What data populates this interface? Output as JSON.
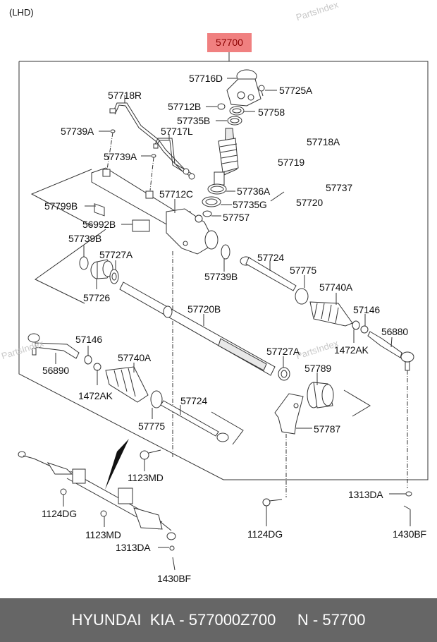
{
  "diagram": {
    "variant_label": "(LHD)",
    "watermark": "PartsIndex",
    "main_part": "57700",
    "labels": {
      "p57716D": "57716D",
      "p57725A": "57725A",
      "p57718R": "57718R",
      "p57712B": "57712B",
      "p57758": "57758",
      "p57735B": "57735B",
      "p57739A_1": "57739A",
      "p57717L": "57717L",
      "p57739A_2": "57739A",
      "p57718A": "57718A",
      "p57719": "57719",
      "p57737": "57737",
      "p57736A": "57736A",
      "p57720": "57720",
      "p57799B": "57799B",
      "p57712C": "57712C",
      "p57735G": "57735G",
      "p57757": "57757",
      "p56992B": "56992B",
      "p57739B_1": "57739B",
      "p57727A_1": "57727A",
      "p57739B_2": "57739B",
      "p57724_1": "57724",
      "p57775_1": "57775",
      "p57726": "57726",
      "p57740A_1": "57740A",
      "p57720B": "57720B",
      "p57146_1": "57146",
      "p56880": "56880",
      "p1472AK_1": "1472AK",
      "p57146_2": "57146",
      "p57727A_2": "57727A",
      "p56890": "56890",
      "p57740A_2": "57740A",
      "p57789": "57789",
      "p1472AK_2": "1472AK",
      "p57724_2": "57724",
      "p57775_2": "57775",
      "p57787": "57787",
      "p1123MD_1": "1123MD",
      "p1313DA_1": "1313DA",
      "p1124DG_1": "1124DG",
      "p1123MD_2": "1123MD",
      "p1430BF_1": "1430BF",
      "p1124DG_2": "1124DG",
      "p1313DA_2": "1313DA",
      "p1430BF_2": "1430BF"
    }
  },
  "footer": {
    "brand": "HYUNDAI  KIA",
    "part_number": "577000Z700",
    "ref_prefix": "N",
    "ref_number": "57700"
  }
}
